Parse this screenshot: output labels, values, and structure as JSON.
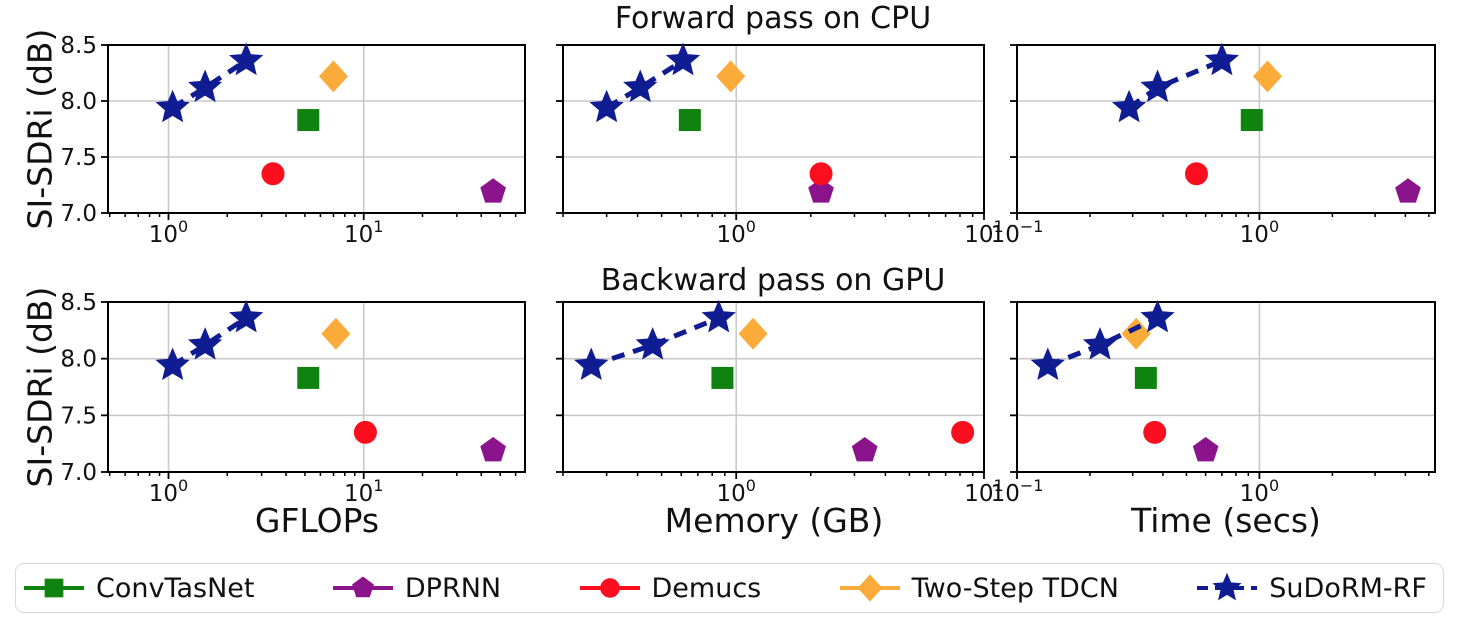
{
  "figure": {
    "row_titles": [
      "Forward pass on CPU",
      "Backward pass on GPU"
    ],
    "ylabel": "SI-SDRi (dB)",
    "xlabels": [
      "GFLOPs",
      "Memory (GB)",
      "Time (secs)"
    ]
  },
  "palette": {
    "ConvTasNet": "#108210",
    "DPRNN": "#8b138b",
    "Demucs": "#fb0f1e",
    "Two-Step TDCN": "#fbab3a",
    "SuDoRM-RF": "#101d92"
  },
  "style": {
    "grid_color": "#c9c9c9",
    "spine_color": "#000000",
    "tick_color": "#000000"
  },
  "legend": {
    "entries": [
      {
        "label": "ConvTasNet",
        "marker": "square"
      },
      {
        "label": "DPRNN",
        "marker": "pentagon"
      },
      {
        "label": "Demucs",
        "marker": "circle"
      },
      {
        "label": "Two-Step TDCN",
        "marker": "diamond"
      },
      {
        "label": "SuDoRM-RF",
        "marker": "star",
        "line": "dashed"
      }
    ]
  },
  "chart_data": [
    {
      "type": "scatter",
      "row": 0,
      "col": 0,
      "pass": "Forward pass on CPU",
      "metric": "GFLOPs",
      "xscale": "log",
      "xlim": [
        0.49,
        67
      ],
      "ylim": [
        7.0,
        8.5
      ],
      "xticks": [
        {
          "v": 1,
          "exp": "0"
        },
        {
          "v": 10,
          "exp": "1"
        }
      ],
      "yticks": [
        {
          "v": 7.0,
          "label": "7.0"
        },
        {
          "v": 7.5,
          "label": "7.5"
        },
        {
          "v": 8.0,
          "label": "8.0"
        },
        {
          "v": 8.5,
          "label": "8.5"
        }
      ],
      "show_ytick_labels": true,
      "series": [
        {
          "name": "ConvTasNet",
          "marker": "square",
          "points": [
            [
              5.2,
              7.83
            ]
          ]
        },
        {
          "name": "DPRNN",
          "marker": "pentagon",
          "points": [
            [
              46,
              7.19
            ]
          ]
        },
        {
          "name": "Demucs",
          "marker": "circle",
          "points": [
            [
              3.43,
              7.35
            ]
          ]
        },
        {
          "name": "Two-Step TDCN",
          "marker": "diamond",
          "points": [
            [
              7.0,
              8.22
            ]
          ]
        },
        {
          "name": "SuDoRM-RF",
          "marker": "star",
          "line": "dashed",
          "points": [
            [
              1.05,
              7.94
            ],
            [
              1.54,
              8.12
            ],
            [
              2.5,
              8.36
            ]
          ]
        }
      ]
    },
    {
      "type": "scatter",
      "row": 0,
      "col": 1,
      "pass": "Forward pass on CPU",
      "metric": "Memory (GB)",
      "xscale": "log",
      "xlim": [
        0.2,
        10
      ],
      "ylim": [
        7.0,
        8.5
      ],
      "xticks": [
        {
          "v": 1,
          "exp": "0"
        },
        {
          "v": 10,
          "exp": "1"
        }
      ],
      "yticks": [
        {
          "v": 7.0,
          "label": "7.0"
        },
        {
          "v": 7.5,
          "label": "7.5"
        },
        {
          "v": 8.0,
          "label": "8.0"
        },
        {
          "v": 8.5,
          "label": "8.5"
        }
      ],
      "show_ytick_labels": false,
      "series": [
        {
          "name": "ConvTasNet",
          "marker": "square",
          "points": [
            [
              0.65,
              7.83
            ]
          ]
        },
        {
          "name": "DPRNN",
          "marker": "pentagon",
          "points": [
            [
              2.2,
              7.19
            ]
          ]
        },
        {
          "name": "Demucs",
          "marker": "circle",
          "points": [
            [
              2.2,
              7.35
            ]
          ]
        },
        {
          "name": "Two-Step TDCN",
          "marker": "diamond",
          "points": [
            [
              0.95,
              8.22
            ]
          ]
        },
        {
          "name": "SuDoRM-RF",
          "marker": "star",
          "line": "dashed",
          "points": [
            [
              0.3,
              7.94
            ],
            [
              0.41,
              8.12
            ],
            [
              0.61,
              8.36
            ]
          ]
        }
      ]
    },
    {
      "type": "scatter",
      "row": 0,
      "col": 2,
      "pass": "Forward pass on CPU",
      "metric": "Time (secs)",
      "xscale": "log",
      "xlim": [
        0.1,
        5.3
      ],
      "ylim": [
        7.0,
        8.5
      ],
      "xticks": [
        {
          "v": 0.1,
          "exp": "−1"
        },
        {
          "v": 1,
          "exp": "0"
        }
      ],
      "yticks": [
        {
          "v": 7.0,
          "label": "7.0"
        },
        {
          "v": 7.5,
          "label": "7.5"
        },
        {
          "v": 8.0,
          "label": "8.0"
        },
        {
          "v": 8.5,
          "label": "8.5"
        }
      ],
      "show_ytick_labels": false,
      "series": [
        {
          "name": "ConvTasNet",
          "marker": "square",
          "points": [
            [
              0.93,
              7.83
            ]
          ]
        },
        {
          "name": "DPRNN",
          "marker": "pentagon",
          "points": [
            [
              4.1,
              7.19
            ]
          ]
        },
        {
          "name": "Demucs",
          "marker": "circle",
          "points": [
            [
              0.55,
              7.35
            ]
          ]
        },
        {
          "name": "Two-Step TDCN",
          "marker": "diamond",
          "points": [
            [
              1.08,
              8.22
            ]
          ]
        },
        {
          "name": "SuDoRM-RF",
          "marker": "star",
          "line": "dashed",
          "points": [
            [
              0.29,
              7.94
            ],
            [
              0.38,
              8.12
            ],
            [
              0.7,
              8.36
            ]
          ]
        }
      ]
    },
    {
      "type": "scatter",
      "row": 1,
      "col": 0,
      "pass": "Backward pass on GPU",
      "metric": "GFLOPs",
      "xscale": "log",
      "xlim": [
        0.49,
        67
      ],
      "ylim": [
        7.0,
        8.5
      ],
      "xticks": [
        {
          "v": 1,
          "exp": "0"
        },
        {
          "v": 10,
          "exp": "1"
        }
      ],
      "yticks": [
        {
          "v": 7.0,
          "label": "7.0"
        },
        {
          "v": 7.5,
          "label": "7.5"
        },
        {
          "v": 8.0,
          "label": "8.0"
        },
        {
          "v": 8.5,
          "label": "8.5"
        }
      ],
      "show_ytick_labels": true,
      "series": [
        {
          "name": "ConvTasNet",
          "marker": "square",
          "points": [
            [
              5.2,
              7.83
            ]
          ]
        },
        {
          "name": "DPRNN",
          "marker": "pentagon",
          "points": [
            [
              46,
              7.19
            ]
          ]
        },
        {
          "name": "Demucs",
          "marker": "circle",
          "points": [
            [
              10.2,
              7.35
            ]
          ]
        },
        {
          "name": "Two-Step TDCN",
          "marker": "diamond",
          "points": [
            [
              7.2,
              8.22
            ]
          ]
        },
        {
          "name": "SuDoRM-RF",
          "marker": "star",
          "line": "dashed",
          "points": [
            [
              1.05,
              7.94
            ],
            [
              1.54,
              8.12
            ],
            [
              2.5,
              8.36
            ]
          ]
        }
      ]
    },
    {
      "type": "scatter",
      "row": 1,
      "col": 1,
      "pass": "Backward pass on GPU",
      "metric": "Memory (GB)",
      "xscale": "log",
      "xlim": [
        0.2,
        10
      ],
      "ylim": [
        7.0,
        8.5
      ],
      "xticks": [
        {
          "v": 1,
          "exp": "0"
        },
        {
          "v": 10,
          "exp": "1"
        }
      ],
      "yticks": [
        {
          "v": 7.0,
          "label": "7.0"
        },
        {
          "v": 7.5,
          "label": "7.5"
        },
        {
          "v": 8.0,
          "label": "8.0"
        },
        {
          "v": 8.5,
          "label": "8.5"
        }
      ],
      "show_ytick_labels": false,
      "series": [
        {
          "name": "ConvTasNet",
          "marker": "square",
          "points": [
            [
              0.88,
              7.83
            ]
          ]
        },
        {
          "name": "DPRNN",
          "marker": "pentagon",
          "points": [
            [
              3.3,
              7.19
            ]
          ]
        },
        {
          "name": "Demucs",
          "marker": "circle",
          "points": [
            [
              8.2,
              7.35
            ]
          ]
        },
        {
          "name": "Two-Step TDCN",
          "marker": "diamond",
          "points": [
            [
              1.17,
              8.22
            ]
          ]
        },
        {
          "name": "SuDoRM-RF",
          "marker": "star",
          "line": "dashed",
          "points": [
            [
              0.26,
              7.94
            ],
            [
              0.46,
              8.12
            ],
            [
              0.85,
              8.36
            ]
          ]
        }
      ]
    },
    {
      "type": "scatter",
      "row": 1,
      "col": 2,
      "pass": "Backward pass on GPU",
      "metric": "Time (secs)",
      "xscale": "log",
      "xlim": [
        0.1,
        5.3
      ],
      "ylim": [
        7.0,
        8.5
      ],
      "xticks": [
        {
          "v": 0.1,
          "exp": "−1"
        },
        {
          "v": 1,
          "exp": "0"
        }
      ],
      "yticks": [
        {
          "v": 7.0,
          "label": "7.0"
        },
        {
          "v": 7.5,
          "label": "7.5"
        },
        {
          "v": 8.0,
          "label": "8.0"
        },
        {
          "v": 8.5,
          "label": "8.5"
        }
      ],
      "show_ytick_labels": false,
      "series": [
        {
          "name": "ConvTasNet",
          "marker": "square",
          "points": [
            [
              0.34,
              7.83
            ]
          ]
        },
        {
          "name": "DPRNN",
          "marker": "pentagon",
          "points": [
            [
              0.6,
              7.19
            ]
          ]
        },
        {
          "name": "Demucs",
          "marker": "circle",
          "points": [
            [
              0.37,
              7.35
            ]
          ]
        },
        {
          "name": "Two-Step TDCN",
          "marker": "diamond",
          "points": [
            [
              0.31,
              8.22
            ]
          ]
        },
        {
          "name": "SuDoRM-RF",
          "marker": "star",
          "line": "dashed",
          "points": [
            [
              0.134,
              7.94
            ],
            [
              0.22,
              8.12
            ],
            [
              0.38,
              8.36
            ]
          ]
        }
      ]
    }
  ]
}
